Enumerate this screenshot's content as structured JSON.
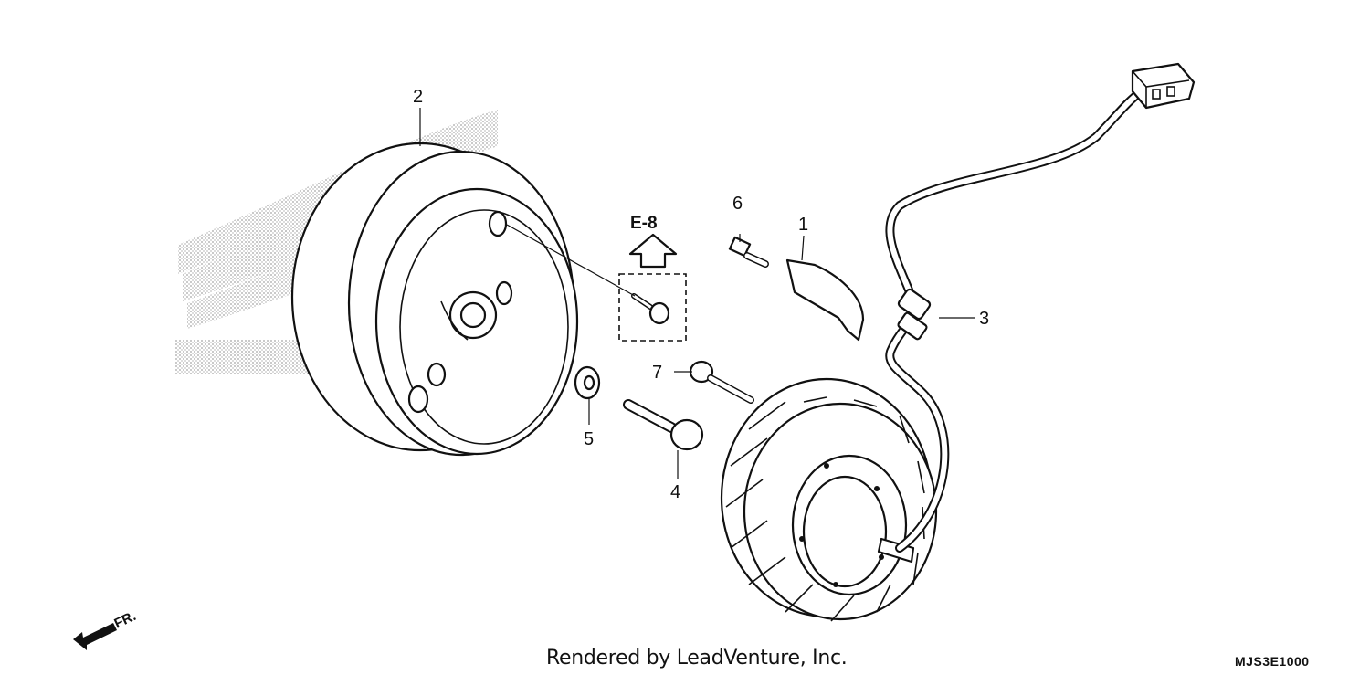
{
  "callouts": [
    "1",
    "2",
    "3",
    "4",
    "5",
    "6",
    "7"
  ],
  "reference": "E-8",
  "direction_label": "FR.",
  "credit": "Rendered by LeadVenture, Inc.",
  "diagram_code": "MJS3E1000"
}
